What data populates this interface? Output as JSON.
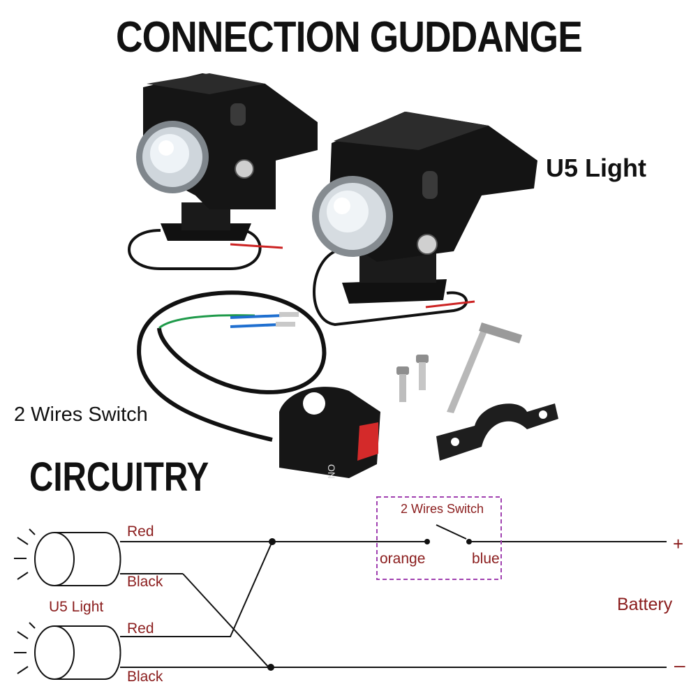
{
  "title": "CONNECTION GUDDANGE",
  "photo": {
    "light_label": "U5 Light",
    "switch_label": "2 Wires Switch",
    "switch_button_text": "ON"
  },
  "circuitry": {
    "heading": "CIRCUITRY",
    "light_label": "U5 Light",
    "wire_red_top": "Red",
    "wire_black_top": "Black",
    "wire_red_bottom": "Red",
    "wire_black_bottom": "Black",
    "switch_label": "2 Wires Switch",
    "orange_label": "orange",
    "blue_label": "blue",
    "battery_label": "Battery",
    "plus_label": "+",
    "minus_label": "–"
  },
  "colors": {
    "text_dark": "#111111",
    "label_red": "#8a1c1c",
    "switch_box": "#a040b0",
    "switch_red": "#d42a2a"
  }
}
